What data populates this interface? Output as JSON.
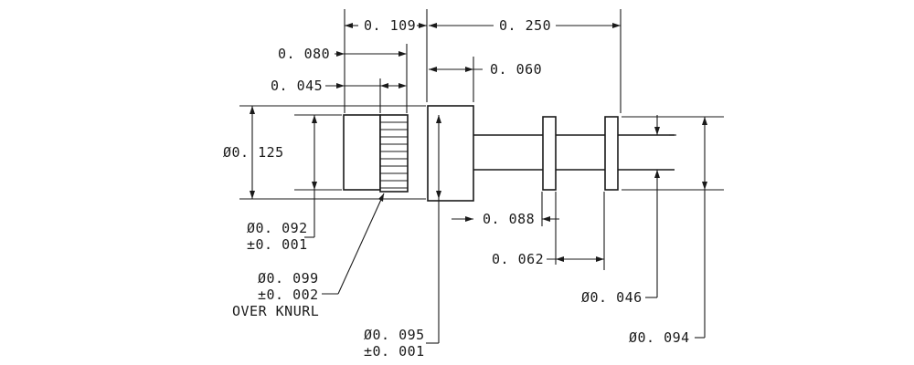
{
  "drawing": {
    "dimensions": {
      "overall_left": "0. 109",
      "overall_right": "0. 250",
      "knurl_start": "0. 080",
      "head_width": "0. 060",
      "knurl_width": "0. 045",
      "head_dia": "Ø0. 125",
      "gap_to_groove": "0. 088",
      "groove_pitch": "0. 062",
      "body_dia_1": "Ø0. 092",
      "body_tol_1": "±0. 001",
      "knurl_dia": "Ø0. 099",
      "knurl_tol": "±0. 002",
      "knurl_note": "OVER KNURL",
      "shoulder_dia": "Ø0. 095",
      "shoulder_tol": "±0. 001",
      "pin_dia": "Ø0. 046",
      "flange_dia": "Ø0. 094"
    }
  }
}
